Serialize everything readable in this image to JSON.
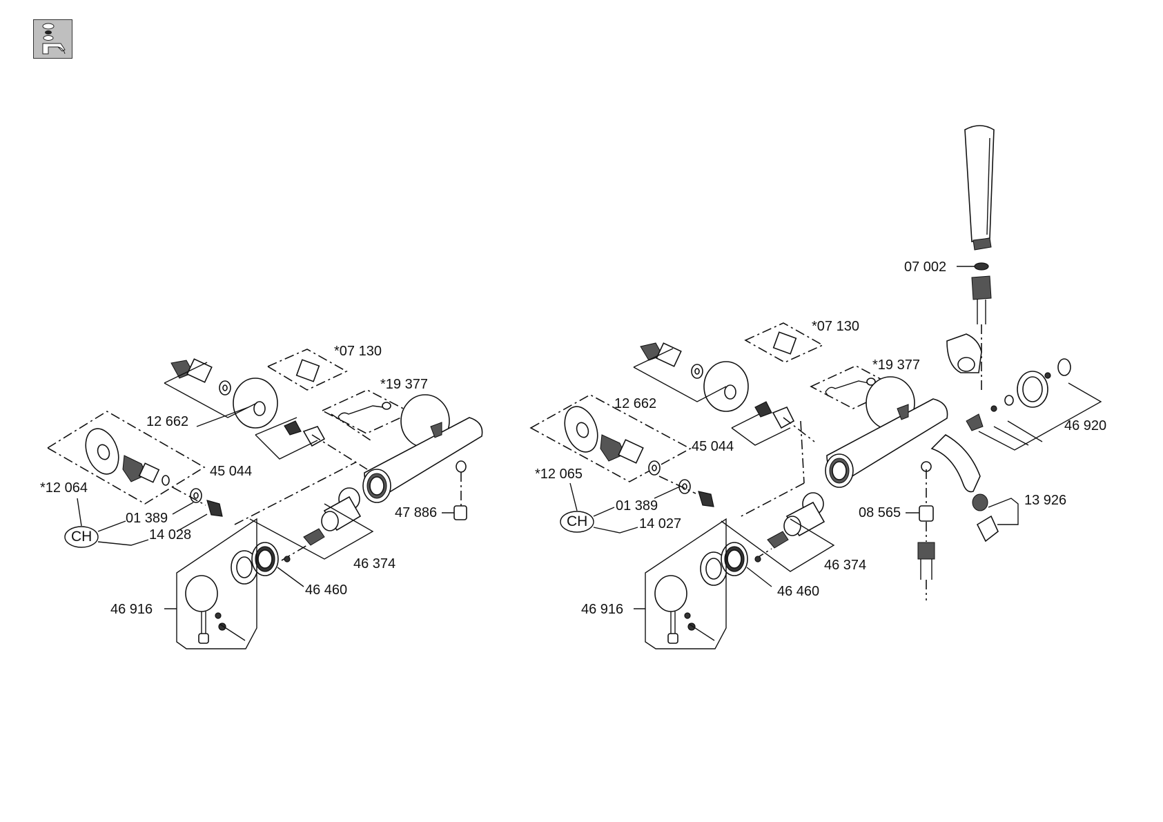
{
  "labels": {
    "left": {
      "p07130": "*07 130",
      "p19377": "*19 377",
      "p12662": "12 662",
      "p45044": "45 044",
      "p12064": "*12 064",
      "p01389": "01 389",
      "p14028": "14 028",
      "p47886": "47 886",
      "p46374": "46 374",
      "p46460": "46 460",
      "p46916": "46 916",
      "ch": "CH"
    },
    "right": {
      "p07002": "07 002",
      "p07130": "*07 130",
      "p19377": "*19 377",
      "p12662": "12 662",
      "p45044": "45 044",
      "p12065": "*12 065",
      "p01389": "01 389",
      "p14027": "14 027",
      "p08565": "08 565",
      "p46920": "46 920",
      "p13926": "13 926",
      "p46374": "46 374",
      "p46460": "46 460",
      "p46916": "46 916",
      "ch": "CH"
    }
  },
  "icons": {
    "corner": "faucet-parts-icon"
  }
}
